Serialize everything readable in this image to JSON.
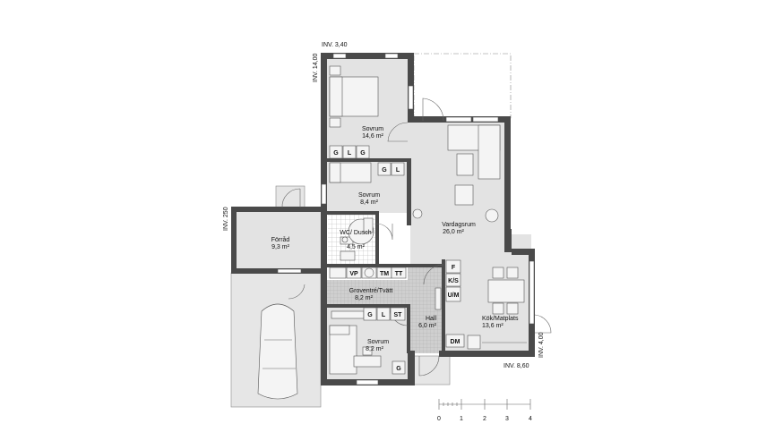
{
  "plan": {
    "rooms": [
      {
        "name": "Sovrum",
        "area": "14,6 m²"
      },
      {
        "name": "Sovrum",
        "area": "8,4 m²"
      },
      {
        "name": "WC/ Dusch",
        "area": "4,5 m²"
      },
      {
        "name": "Förråd",
        "area": "9,3 m²"
      },
      {
        "name": "Vardagsrum",
        "area": "26,0 m²"
      },
      {
        "name": "Groventré/Tvätt",
        "area": "8,2 m²"
      },
      {
        "name": "Hall",
        "area": "6,0 m²"
      },
      {
        "name": "Kök/Matplats",
        "area": "13,6 m²"
      },
      {
        "name": "Sovrum",
        "area": "8,2 m²"
      }
    ],
    "fixture_tags": [
      "G",
      "L",
      "G",
      "G",
      "L",
      "VP",
      "TM",
      "TT",
      "G",
      "L",
      "ST",
      "G",
      "F",
      "K/S",
      "U/M",
      "DM"
    ],
    "inv_labels": [
      "INV. 3,40",
      "INV. 14,00",
      "INV. 250",
      "INV. 4,00",
      "INV. 8,60"
    ],
    "scale": {
      "ticks": [
        "0",
        "1",
        "2",
        "3",
        "4"
      ]
    },
    "colors": {
      "wall": "#4a4a4a",
      "floor": "#e3e3e3",
      "tile": "#c8c8c8"
    }
  }
}
